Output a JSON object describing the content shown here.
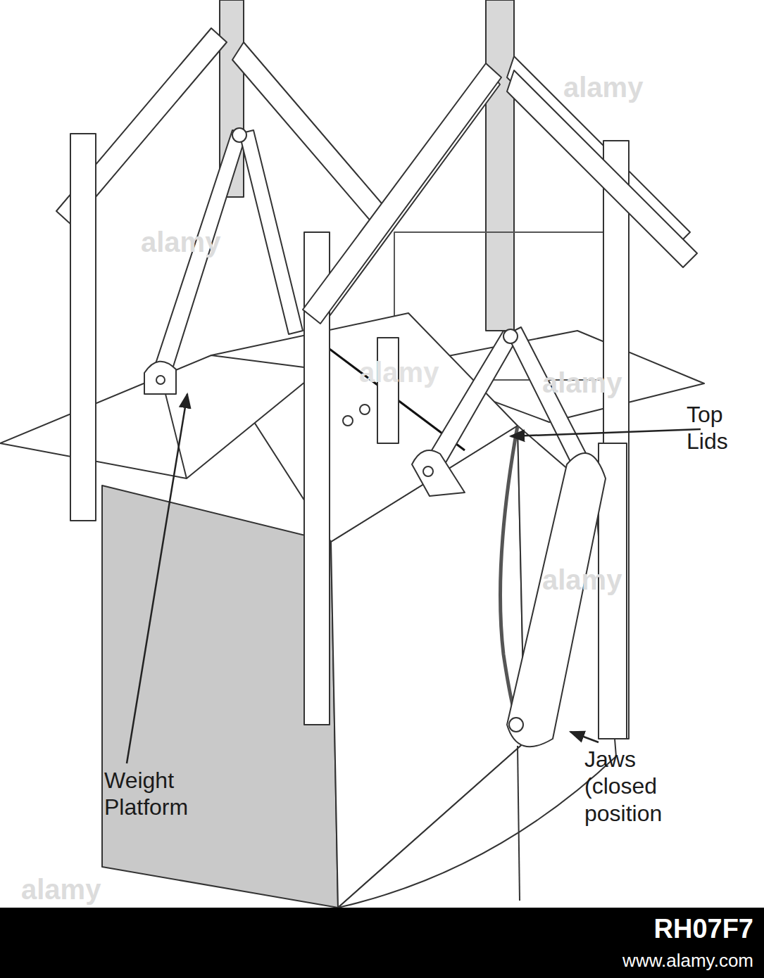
{
  "diagram": {
    "labels": [
      "Top Lids",
      "Weight Platform",
      "Jaws (closed position",
      "alamy",
      "alamy",
      "alamy",
      "alamy",
      "alamy",
      "alamy",
      "RH07F7",
      "www.alamy.com"
    ]
  }
}
